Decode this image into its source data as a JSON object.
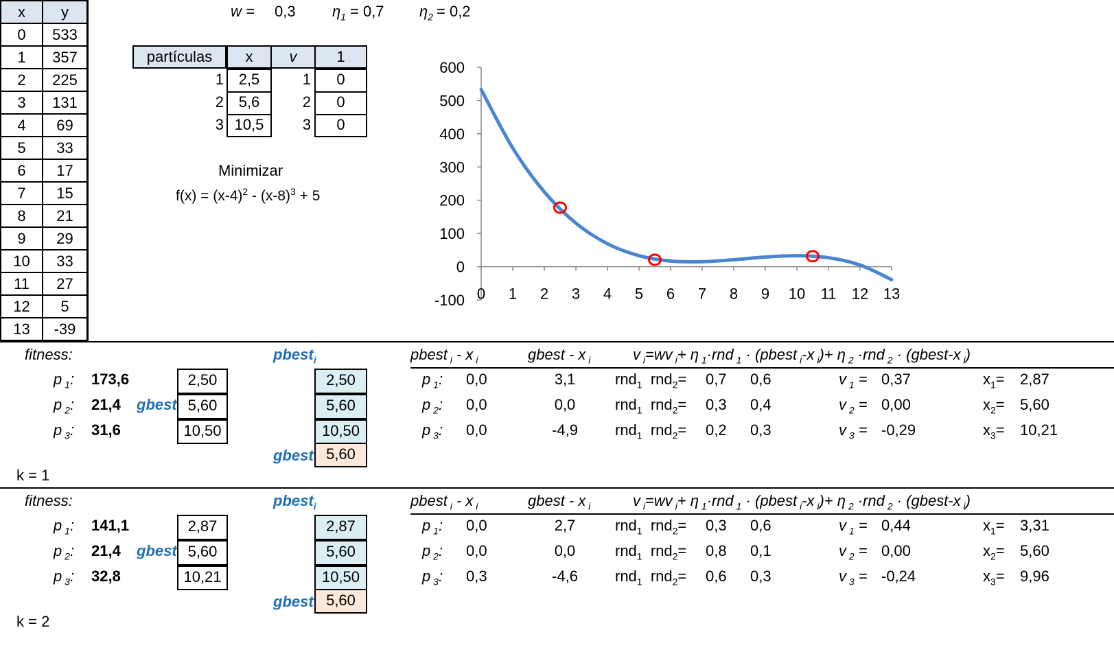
{
  "xy_table": {
    "headers": [
      "x",
      "y"
    ],
    "rows": [
      [
        "0",
        "533"
      ],
      [
        "1",
        "357"
      ],
      [
        "2",
        "225"
      ],
      [
        "3",
        "131"
      ],
      [
        "4",
        "69"
      ],
      [
        "5",
        "33"
      ],
      [
        "6",
        "17"
      ],
      [
        "7",
        "15"
      ],
      [
        "8",
        "21"
      ],
      [
        "9",
        "29"
      ],
      [
        "10",
        "33"
      ],
      [
        "11",
        "27"
      ],
      [
        "12",
        "5"
      ],
      [
        "13",
        "-39"
      ]
    ]
  },
  "params": {
    "w_label": "w =",
    "w_value": "0,3",
    "eta1_label": "η",
    "eta1_sub": "1",
    "eta1_value": "= 0,7",
    "eta2_label": "η",
    "eta2_sub": "2",
    "eta2_value": "= 0,2"
  },
  "particles_table": {
    "headers": [
      "partículas",
      "x",
      "v",
      "1"
    ],
    "rows": [
      {
        "idx": "1",
        "x": "2,5",
        "vidx": "1",
        "v": "0"
      },
      {
        "idx": "2",
        "x": "5,6",
        "vidx": "2",
        "v": "0"
      },
      {
        "idx": "3",
        "x": "10,5",
        "vidx": "3",
        "v": "0"
      }
    ]
  },
  "objective": {
    "title": "Minimizar",
    "formula_a": "f(x) = (x-4)",
    "sup_a": "2",
    "formula_b": " - (x-8)",
    "sup_b": "3",
    "formula_c": " + 5"
  },
  "chart_data": {
    "type": "line",
    "x": [
      0,
      1,
      2,
      3,
      4,
      5,
      6,
      7,
      8,
      9,
      10,
      11,
      12,
      13
    ],
    "series": [
      {
        "values": [
          533,
          357,
          225,
          131,
          69,
          33,
          17,
          15,
          21,
          29,
          33,
          27,
          5,
          -39
        ],
        "color": "#4a86d0"
      }
    ],
    "markers": [
      {
        "x": 2.5,
        "y": 177.6
      },
      {
        "x": 5.5,
        "y": 21.0
      },
      {
        "x": 10.5,
        "y": 31.6
      }
    ],
    "marker_color": "#ff0000",
    "xlim": [
      0,
      13
    ],
    "ylim": [
      -100,
      600
    ],
    "yticks": [
      "600",
      "500",
      "400",
      "300",
      "200",
      "100",
      "0",
      "-100"
    ],
    "xticks": [
      "0",
      "1",
      "2",
      "3",
      "4",
      "5",
      "6",
      "7",
      "8",
      "9",
      "10",
      "11",
      "12",
      "13"
    ],
    "grid": false
  },
  "iterations": [
    {
      "k_label": "k = 1",
      "fitness_label": "fitness:",
      "pbest_label": "pbest",
      "gbest_label": "gbest",
      "col_headers": {
        "pbest_x": "pbest",
        "pbest_x_tail": " - x",
        "gbest_x": "gbest - x",
        "formula": "v"
      },
      "rows": [
        {
          "p": "p",
          "i": "1",
          "fit": "173,6",
          "x": "2,50",
          "pbest": "2,50",
          "pbx": "0,0",
          "gbx": "3,1",
          "rnd1": "0,7",
          "rnd2": "0,6",
          "v": "0,37",
          "xn": "2,87"
        },
        {
          "p": "p",
          "i": "2",
          "fit": "21,4",
          "x": "5,60",
          "pbest": "5,60",
          "pbx": "0,0",
          "gbx": "0,0",
          "rnd1": "0,3",
          "rnd2": "0,4",
          "v": "0,00",
          "xn": "5,60"
        },
        {
          "p": "p",
          "i": "3",
          "fit": "31,6",
          "x": "10,50",
          "pbest": "10,50",
          "pbx": "0,0",
          "gbx": "-4,9",
          "rnd1": "0,2",
          "rnd2": "0,3",
          "v": "-0,29",
          "xn": "10,21"
        }
      ],
      "gbest_value": "5,60"
    },
    {
      "k_label": "k = 2",
      "fitness_label": "fitness:",
      "pbest_label": "pbest",
      "gbest_label": "gbest",
      "col_headers": {
        "pbest_x": "pbest",
        "pbest_x_tail": " - x",
        "gbest_x": "gbest - x",
        "formula": "v"
      },
      "rows": [
        {
          "p": "p",
          "i": "1",
          "fit": "141,1",
          "x": "2,87",
          "pbest": "2,87",
          "pbx": "0,0",
          "gbx": "2,7",
          "rnd1": "0,3",
          "rnd2": "0,6",
          "v": "0,44",
          "xn": "3,31"
        },
        {
          "p": "p",
          "i": "2",
          "fit": "21,4",
          "x": "5,60",
          "pbest": "5,60",
          "pbx": "0,0",
          "gbx": "0,0",
          "rnd1": "0,8",
          "rnd2": "0,1",
          "v": "0,00",
          "xn": "5,60"
        },
        {
          "p": "p",
          "i": "3",
          "fit": "32,8",
          "x": "10,21",
          "pbest": "10,50",
          "pbx": "0,3",
          "gbx": "-4,6",
          "rnd1": "0,6",
          "rnd2": "0,3",
          "v": "-0,24",
          "xn": "9,96"
        }
      ],
      "gbest_value": "5,60"
    }
  ],
  "labels": {
    "rnd": "rnd",
    "v": "v",
    "x": "x",
    "eq": "=",
    "colon": ":"
  }
}
